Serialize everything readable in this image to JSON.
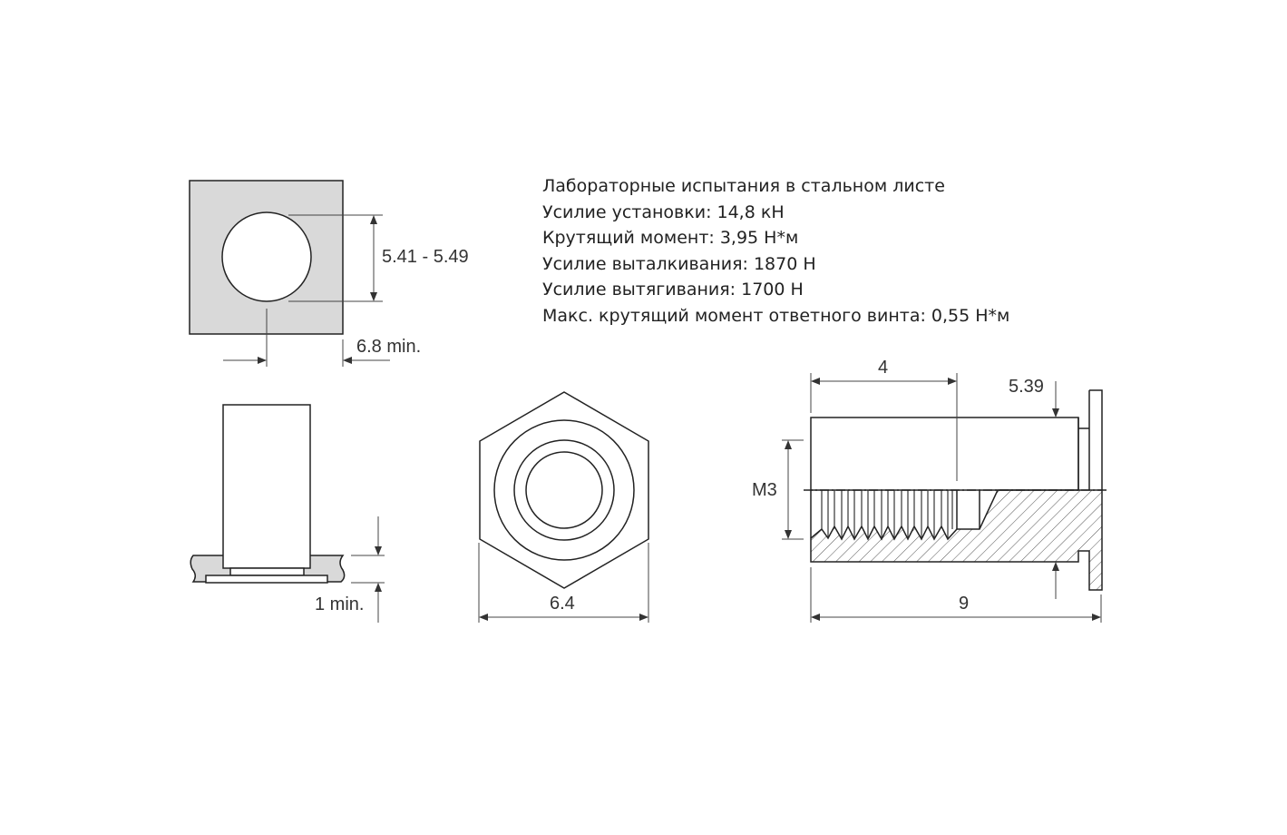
{
  "specs": {
    "title": "Лабораторные испытания в стальном листе",
    "lines": [
      "Усилие установки: 14,8 кН",
      "Крутящий момент: 3,95 Н*м",
      "Усилие выталкивания: 1870 Н",
      "Усилие вытягивания: 1700 Н",
      "Макс. крутящий момент ответного винта: 0,55 Н*м"
    ]
  },
  "dimensions": {
    "hole_diameter": "5.41 - 5.49",
    "edge_distance": "6.8 min.",
    "sheet_thickness": "1 min.",
    "hex_width": "6.4",
    "thread_length": "4",
    "body_diameter": "5.39",
    "thread_size": "M3",
    "total_length": "9"
  },
  "colors": {
    "sheet_fill": "#d9d9d9",
    "line": "#222222"
  }
}
